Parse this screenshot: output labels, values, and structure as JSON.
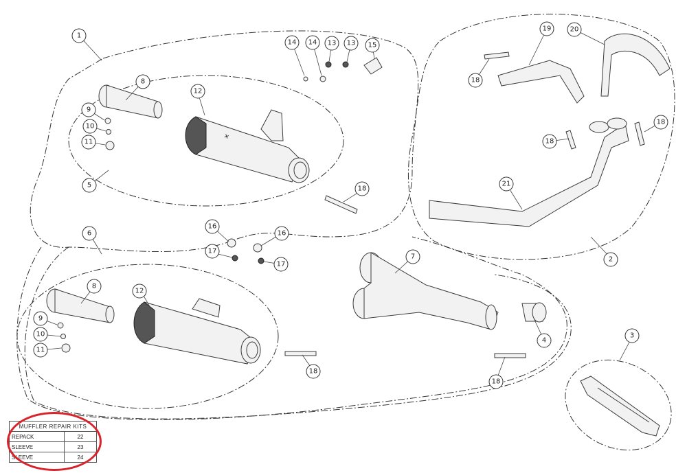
{
  "callouts": {
    "c1": "1",
    "c2": "2",
    "c3": "3",
    "c4": "4",
    "c5": "5",
    "c6": "6",
    "c7": "7",
    "c8": "8",
    "c9": "9",
    "c10": "10",
    "c11": "11",
    "c12": "12",
    "c13": "13",
    "c14": "14",
    "c15": "15",
    "c16": "16",
    "c17": "17",
    "c18": "18",
    "c19": "19",
    "c20": "20",
    "c21": "21"
  },
  "repair_kits": {
    "title": "MUFFLER REPAIR KITS",
    "rows": [
      {
        "label": "REPACK",
        "number": "22"
      },
      {
        "label": "SLEEVE",
        "number": "23"
      },
      {
        "label": "SLEEVE",
        "number": "24"
      }
    ]
  },
  "colors": {
    "highlight": "#d9232b",
    "line": "#333333",
    "part_fill": "#f2f2f2"
  }
}
